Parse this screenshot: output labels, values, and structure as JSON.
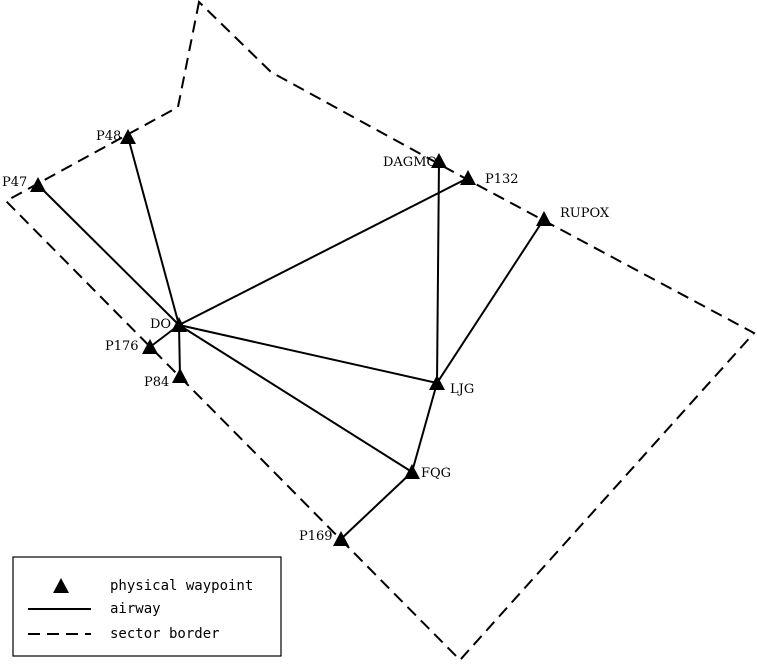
{
  "waypoints": [
    {
      "id": "P48",
      "label": "P48"
    },
    {
      "id": "P47",
      "label": "P47"
    },
    {
      "id": "DAGMO",
      "label": "DAGMO"
    },
    {
      "id": "P132",
      "label": "P132"
    },
    {
      "id": "RUPOX",
      "label": "RUPOX"
    },
    {
      "id": "DO",
      "label": "DO"
    },
    {
      "id": "P176",
      "label": "P176"
    },
    {
      "id": "P84",
      "label": "P84"
    },
    {
      "id": "LJG",
      "label": "LJG"
    },
    {
      "id": "FQG",
      "label": "FQG"
    },
    {
      "id": "P169",
      "label": "P169"
    }
  ],
  "airways": [
    [
      "P47",
      "DO"
    ],
    [
      "P48",
      "DO"
    ],
    [
      "DO",
      "P132"
    ],
    [
      "DO",
      "P176"
    ],
    [
      "DO",
      "P84"
    ],
    [
      "DO",
      "LJG"
    ],
    [
      "DO",
      "FQG"
    ],
    [
      "DAGMO",
      "LJG"
    ],
    [
      "RUPOX",
      "LJG"
    ],
    [
      "LJG",
      "FQG"
    ],
    [
      "FQG",
      "P169"
    ]
  ],
  "legend": {
    "waypoint_label": "physical waypoint",
    "airway_label": "airway",
    "border_label": "sector border"
  },
  "colors": {
    "line": "#000000",
    "background": "#ffffff"
  }
}
